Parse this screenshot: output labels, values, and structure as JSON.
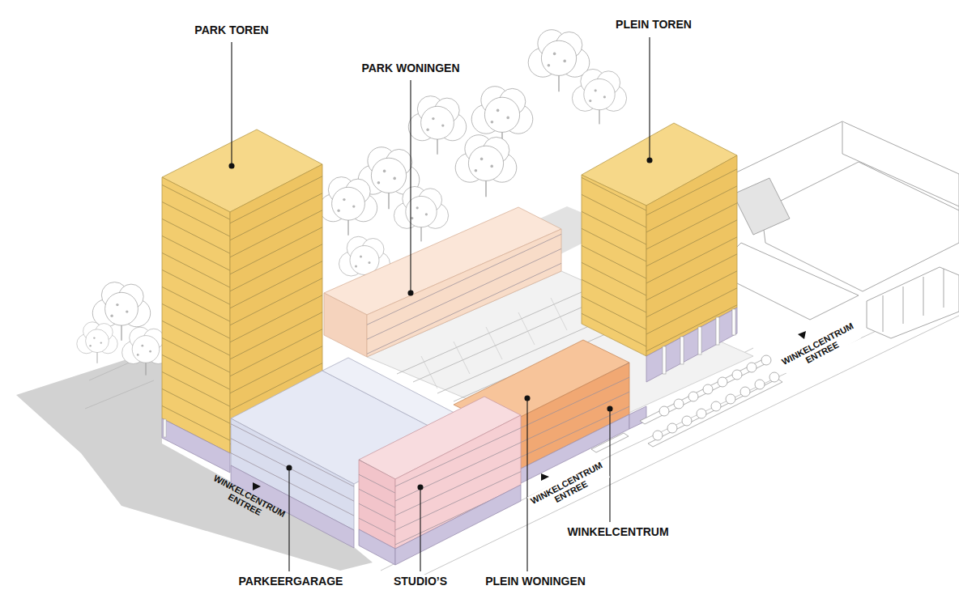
{
  "diagram": {
    "labels": [
      "PARK TOREN",
      "PLEIN TOREN",
      "PARK WONINGEN",
      "PARKEERGARAGE",
      "STUDIO’S",
      "PLEIN WONINGEN",
      "WINKELCENTRUM",
      "WINKELCENTRUM ENTREE",
      "WINKELCENTRUM ENTREE",
      "WINKELCENTRUM ENTREE"
    ]
  }
}
